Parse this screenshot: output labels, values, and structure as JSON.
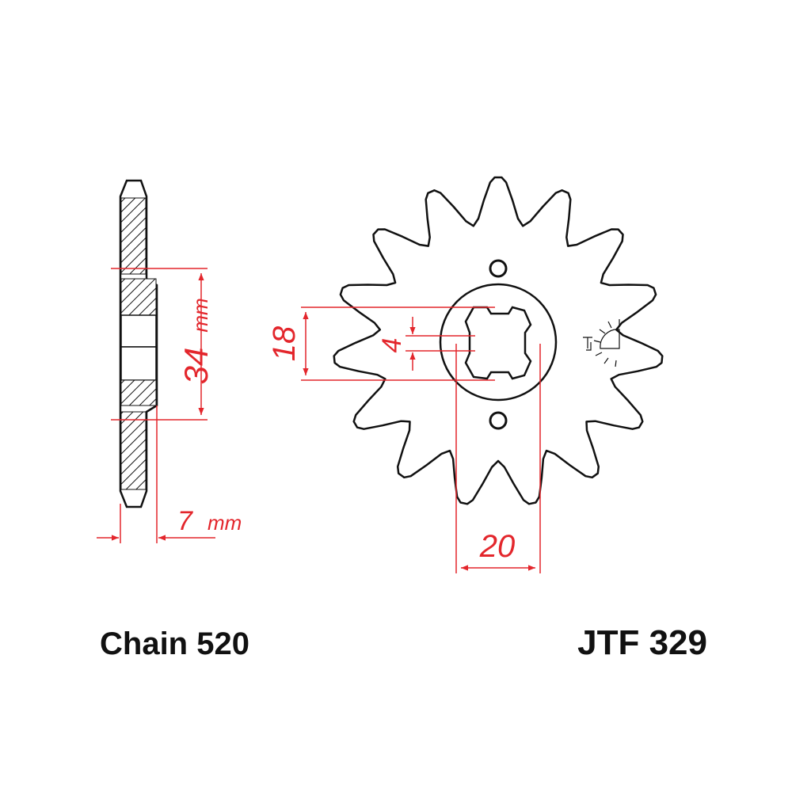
{
  "caption": {
    "chain": "Chain 520",
    "part": "JTF 329"
  },
  "dimensions": {
    "hub_height": {
      "value": "34",
      "unit": "mm"
    },
    "thickness": {
      "value": "7",
      "unit": "mm"
    },
    "spline_height": "18",
    "key_width": "4",
    "spline_width": "20"
  },
  "sprocket": {
    "teeth": 15
  },
  "colors": {
    "outline": "#111111",
    "dimension": "#e3262c",
    "hatch": "#111111",
    "background": "#ffffff"
  },
  "icons": {
    "logo": "jt-sun-logo-icon"
  }
}
